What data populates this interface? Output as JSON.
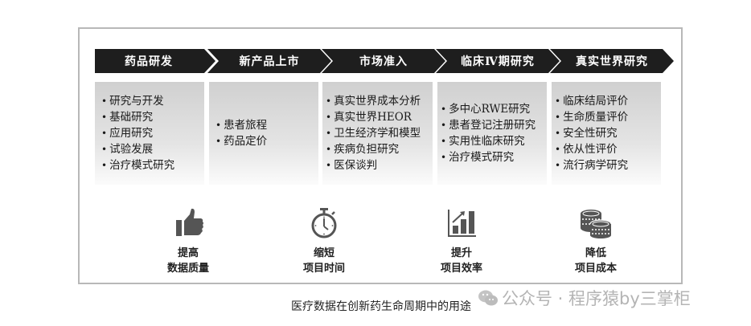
{
  "diagram": {
    "stages": [
      {
        "label": "药品研发",
        "items": [
          "研究与开发",
          "基础研究",
          "应用研究",
          "试验发展",
          "治疗模式研究"
        ]
      },
      {
        "label": "新产品上市",
        "items": [
          "患者旅程",
          "药品定价"
        ]
      },
      {
        "label": "市场准入",
        "items": [
          "真实世界成本分析",
          "真实世界HEOR",
          "卫生经济学和模型",
          "疾病负担研究",
          "医保谈判"
        ]
      },
      {
        "label": "临床Ⅳ期研究",
        "items": [
          "多中心RWE研究",
          "患者登记注册研究",
          "实用性临床研究",
          "治疗模式研究"
        ]
      },
      {
        "label": "真实世界研究",
        "items": [
          "临床结局评价",
          "生命质量评价",
          "安全性研究",
          "依从性评价",
          "流行病学研究"
        ]
      }
    ],
    "benefits": [
      {
        "icon": "thumbs-up-icon",
        "line1": "提高",
        "line2": "数据质量"
      },
      {
        "icon": "stopwatch-icon",
        "line1": "缩短",
        "line2": "项目时间"
      },
      {
        "icon": "growth-chart-icon",
        "line1": "提升",
        "line2": "项目效率"
      },
      {
        "icon": "coins-icon",
        "line1": "降低",
        "line2": "项目成本"
      }
    ],
    "colors": {
      "chevron": "#1e1e1e",
      "icon": "#555555",
      "frame": "#b8b8b8"
    }
  },
  "caption": "医疗数据在创新药生命周期中的用途",
  "watermark": "公众号 · 程序猿by三掌柜"
}
